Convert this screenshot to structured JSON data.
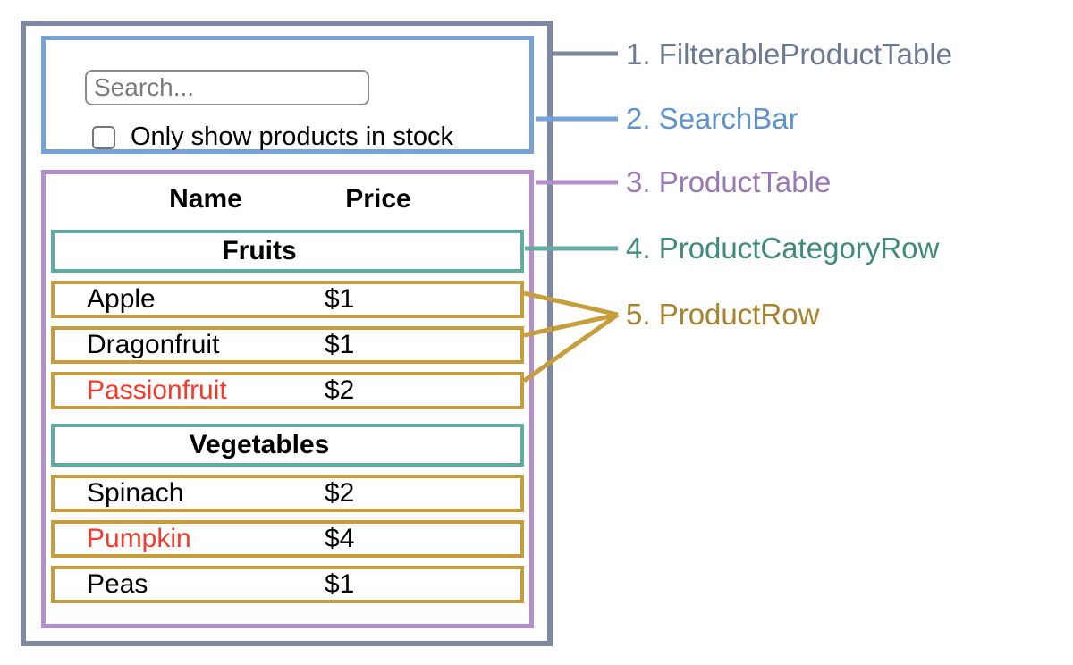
{
  "colors": {
    "outer_border": "#7e88a0",
    "search_border": "#76a2d8",
    "table_border": "#b48fcb",
    "category_border": "#60aca0",
    "row_border": "#c79e3b",
    "label_filterable": "#6b7a94",
    "label_searchbar": "#5f93cd",
    "label_producttable": "#9a77b5",
    "label_categoryrow": "#3e8a7c",
    "label_productrow": "#a8832c",
    "out_of_stock_text": "#f43b2b"
  },
  "search_bar": {
    "input_placeholder": "Search...",
    "checkbox_label": "Only show products in stock",
    "checkbox_checked": false
  },
  "table": {
    "headers": [
      "Name",
      "Price"
    ],
    "sections": [
      {
        "category": "Fruits",
        "products": [
          {
            "name": "Apple",
            "price": "$1",
            "out_of_stock": false
          },
          {
            "name": "Dragonfruit",
            "price": "$1",
            "out_of_stock": false
          },
          {
            "name": "Passionfruit",
            "price": "$2",
            "out_of_stock": true
          }
        ]
      },
      {
        "category": "Vegetables",
        "products": [
          {
            "name": "Spinach",
            "price": "$2",
            "out_of_stock": false
          },
          {
            "name": "Pumpkin",
            "price": "$4",
            "out_of_stock": true
          },
          {
            "name": "Peas",
            "price": "$1",
            "out_of_stock": false
          }
        ]
      }
    ]
  },
  "labels": [
    {
      "text": "1. FilterableProductTable",
      "color_key": "label_filterable"
    },
    {
      "text": "2. SearchBar",
      "color_key": "label_searchbar"
    },
    {
      "text": "3. ProductTable",
      "color_key": "label_producttable"
    },
    {
      "text": "4. ProductCategoryRow",
      "color_key": "label_categoryrow"
    },
    {
      "text": "5. ProductRow",
      "color_key": "label_productrow"
    }
  ]
}
